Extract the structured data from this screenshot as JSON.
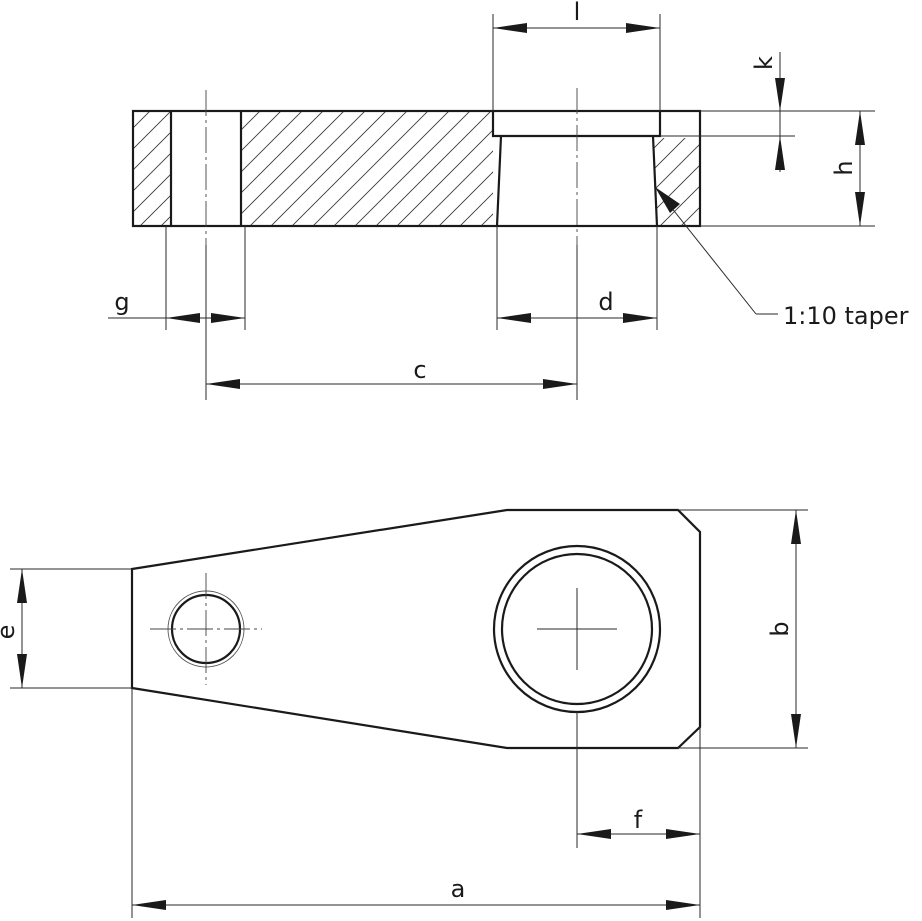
{
  "labels": {
    "l": "l",
    "k": "k",
    "h": "h",
    "g": "g",
    "d": "d",
    "c": "c",
    "taper": "1:10 taper",
    "e": "e",
    "b": "b",
    "f": "f",
    "a": "a"
  }
}
